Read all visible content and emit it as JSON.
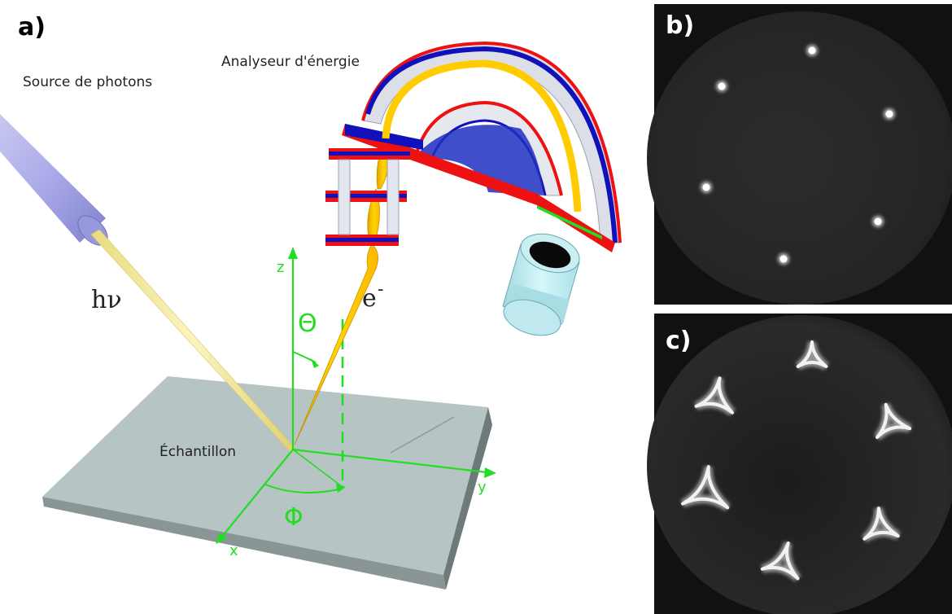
{
  "panels": {
    "a": {
      "label": "a)"
    },
    "b": {
      "label": "b)"
    },
    "c": {
      "label": "c)"
    }
  },
  "labels": {
    "source": "Source de photons",
    "analyser": "Analyseur d'énergie",
    "sample": "Échantillon",
    "photon": "hν",
    "electron": "e",
    "electron_sup": "-",
    "theta": "Θ",
    "phi": "Φ",
    "axis_x": "x",
    "axis_y": "y",
    "axis_z": "z"
  },
  "colors": {
    "axes": "#22dd22",
    "beam": "#f6ec9a",
    "electron_beam": "#ffcc00",
    "sample": "#b9c6c6",
    "source_tube": "#a9a9e8",
    "detector": "#bff0f5",
    "analyser_red": "#ee1111",
    "analyser_blue": "#1111bb"
  },
  "diffraction": {
    "b_spots": 6,
    "c_spots": 6
  }
}
